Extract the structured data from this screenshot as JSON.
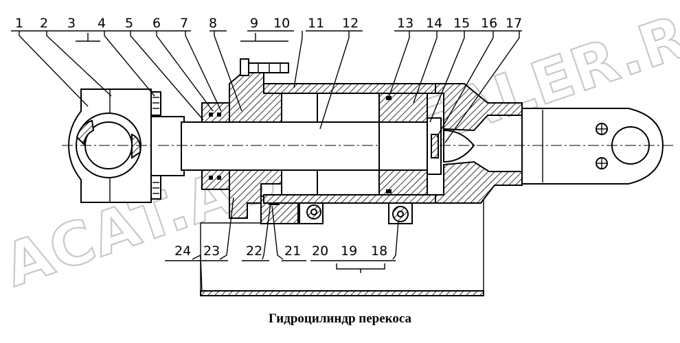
{
  "caption": "Гидроцилиндр перекоса",
  "watermark": "ACAT.AUTODEALER.RU",
  "callouts": {
    "top": [
      "1",
      "2",
      "3",
      "4",
      "5",
      "6",
      "7",
      "8",
      "9",
      "10",
      "11",
      "12",
      "13",
      "14",
      "15",
      "16",
      "17"
    ],
    "bottom": [
      "24",
      "23",
      "22",
      "21",
      "20",
      "19",
      "18"
    ]
  }
}
